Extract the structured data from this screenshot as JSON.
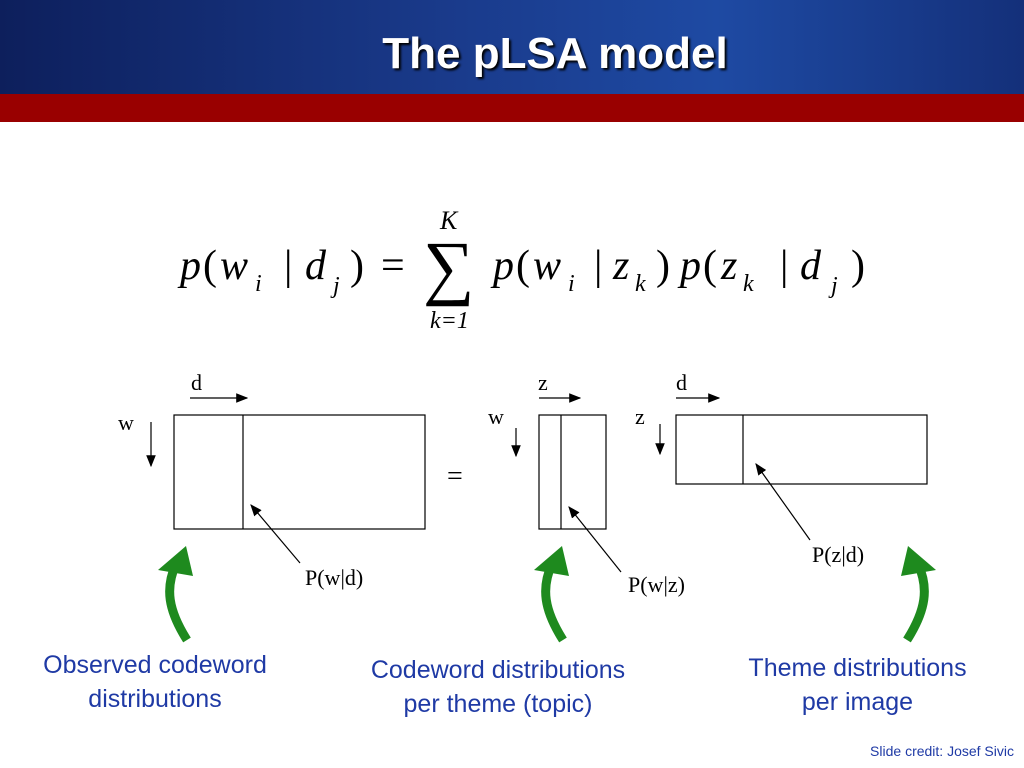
{
  "slide": {
    "title": "The pLSA model",
    "credit": "Slide credit: Josef Sivic"
  },
  "formula": {
    "sum_upper": "K",
    "sum_lower": "k=1"
  },
  "diagram": {
    "matrix_left": {
      "axis_top": "d",
      "axis_side": "w",
      "label": "P(w|d)"
    },
    "equals": "=",
    "matrix_middle": {
      "axis_top": "z",
      "axis_side": "w",
      "label": "P(w|z)"
    },
    "matrix_right": {
      "axis_top": "d",
      "axis_side": "z",
      "label": "P(z|d)"
    }
  },
  "captions": {
    "left": "Observed codeword\ndistributions",
    "middle": "Codeword distributions\nper theme (topic)",
    "right": "Theme distributions\nper image"
  },
  "colors": {
    "header": "#1a3b8c",
    "stripe": "#990000",
    "caption": "#1f3aa5",
    "arrow": "#1e8a1e"
  }
}
